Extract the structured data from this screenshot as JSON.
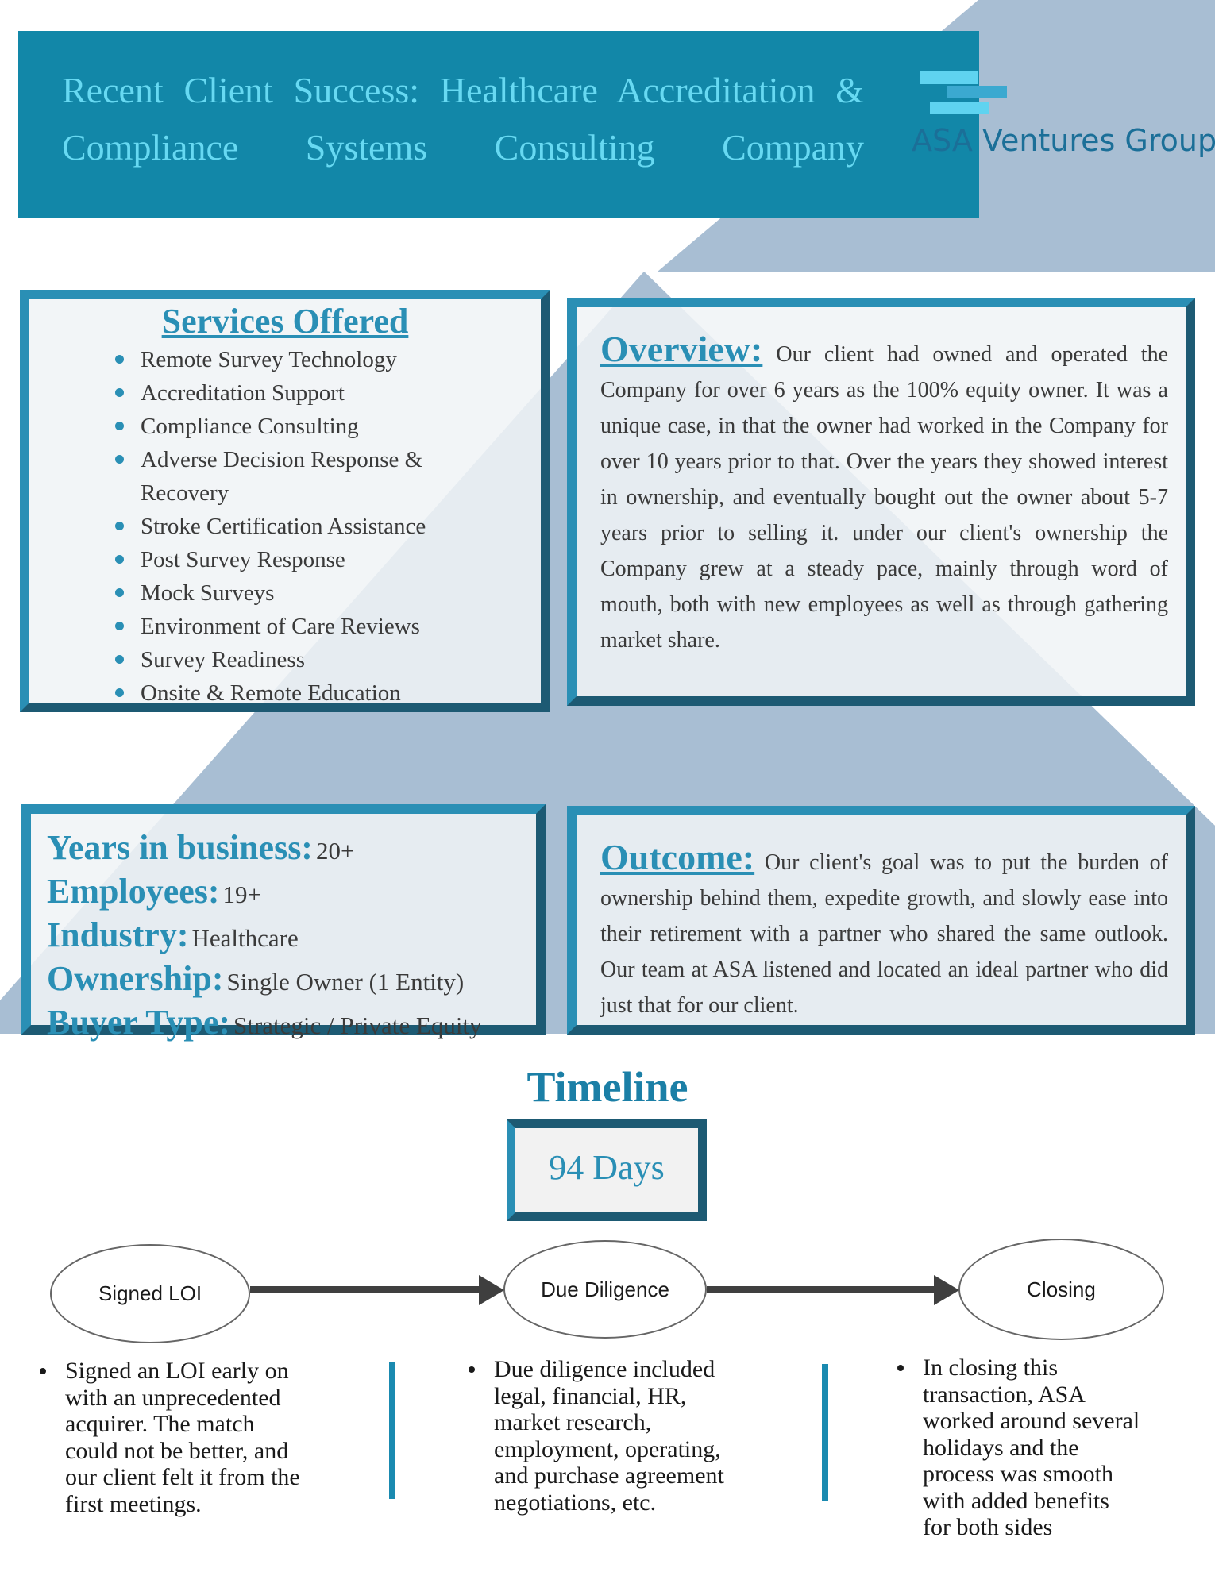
{
  "header": {
    "title_line1": "Recent Client Success: Healthcare Accreditation &",
    "title_line2": "Compliance Systems Consulting Company",
    "brand": "ASA Ventures Group",
    "logo_icon": "stacked-bars-logo",
    "colors": {
      "band": "#1287a8",
      "title": "#67d9f2",
      "accent": "#2a8fb5",
      "triangle": "#a8bed3"
    }
  },
  "services": {
    "heading": "Services Offered",
    "items": [
      "Remote Survey Technology",
      "Accreditation Support",
      "Compliance Consulting",
      "Adverse Decision Response & Recovery",
      "Stroke Certification Assistance",
      "Post Survey Response",
      "Mock Surveys",
      "Environment of Care Reviews",
      "Survey Readiness",
      "Onsite & Remote Education"
    ]
  },
  "overview": {
    "label": "Overview:",
    "text": "Our client had owned and operated the Company for over 6 years as the 100% equity owner. It was a unique case, in that the owner had worked in the Company for over 10 years prior to that. Over the years they showed interest in ownership, and eventually bought out the owner about 5-7 years prior to selling it. under our client's ownership the Company grew at a steady pace, mainly through word of mouth, both with new employees as well as through gathering market share."
  },
  "facts": [
    {
      "label": "Years in business:",
      "value": "20+"
    },
    {
      "label": "Employees:",
      "value": "19+"
    },
    {
      "label": "Industry:",
      "value": "Healthcare"
    },
    {
      "label": "Ownership:",
      "value": "Single Owner (1 Entity)"
    },
    {
      "label": "Buyer Type:",
      "value": "Strategic / Private Equity"
    }
  ],
  "outcome": {
    "label": "Outcome:",
    "text": "Our client's goal was to put the burden of ownership behind them, expedite growth, and slowly ease into their retirement with a partner who shared the same outlook. Our team at ASA listened and located an ideal partner who did just that for our client."
  },
  "timeline": {
    "title": "Timeline",
    "duration": "94 Days",
    "stages": [
      {
        "label": "Signed LOI",
        "lines": [
          "Signed an LOI early on",
          "with an unprecedented",
          "acquirer. The match",
          "could not be better, and",
          "our client felt it from the",
          "first meetings."
        ]
      },
      {
        "label": "Due Diligence",
        "lines": [
          "Due diligence included",
          "legal, financial,  HR,",
          "market research,",
          "employment, operating,",
          "and purchase agreement",
          "negotiations, etc."
        ]
      },
      {
        "label": "Closing",
        "lines": [
          "In closing this",
          "transaction, ASA",
          "worked around several",
          "holidays and the",
          "process was smooth",
          "with added benefits",
          "for both sides"
        ]
      }
    ]
  }
}
